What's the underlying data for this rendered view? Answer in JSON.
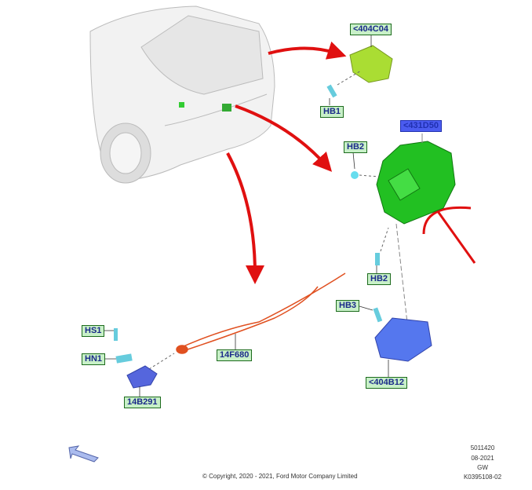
{
  "labels": {
    "l404C04": "<404C04",
    "hb1": "HB1",
    "hb2_top": "HB2",
    "l431D50": "<431D50",
    "hb2_bottom": "HB2",
    "hb3": "HB3",
    "l404B12": "<404B12",
    "hs1": "HS1",
    "hn1": "HN1",
    "l14F680": "14F680",
    "l14B291": "14B291"
  },
  "footer": {
    "copyright": "© Copyright, 2020 - 2021, Ford Motor Company Limited",
    "code1": "5011420",
    "date": "08-2021",
    "region": "GW",
    "ref": "K0395108-02"
  },
  "colors": {
    "part_green": "#33cc33",
    "part_blue": "#5577ee",
    "label_bg": "#c8f0c8",
    "arrow_red": "#e01010",
    "selected": "#4b5cf0"
  }
}
